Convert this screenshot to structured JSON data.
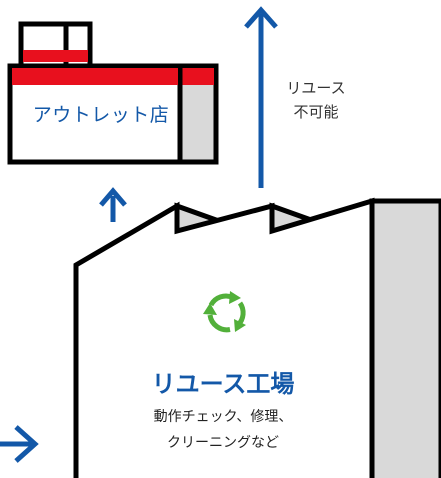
{
  "outlet": {
    "label": "アウトレット店"
  },
  "non_reuse_note": {
    "line1": "リユース",
    "line2": "不可能"
  },
  "factory": {
    "title": "リユース工場",
    "desc_line1": "動作チェック、修理、",
    "desc_line2": "クリーニングなど"
  },
  "colors": {
    "brand_blue": "#1358a8",
    "red": "#e8101e",
    "gray_fill": "#d9d9d9",
    "green": "#52b03a",
    "stroke": "#000000"
  },
  "icons": {
    "recycle": "recycle-icon",
    "arrows": [
      "arrow-up-icon",
      "arrow-up-icon",
      "arrow-right-icon"
    ]
  }
}
